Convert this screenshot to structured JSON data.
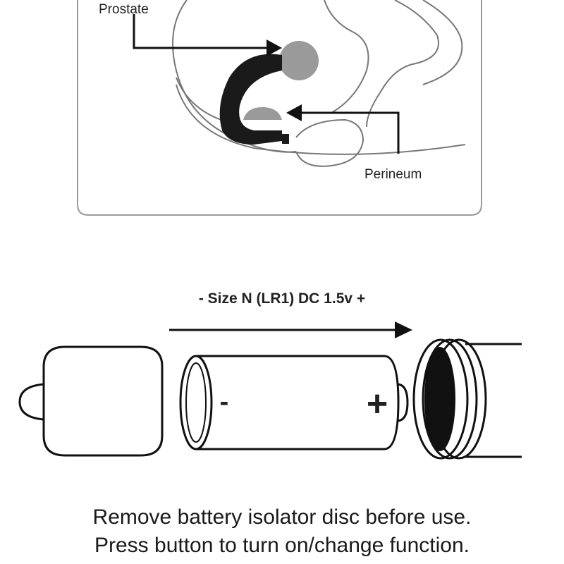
{
  "anatomy_diagram": {
    "label_prostate": "Prostate",
    "label_perineum": "Perineum",
    "colors": {
      "organ": "#9a9a9a",
      "device": "#1a1a1a",
      "outline": "#777777"
    }
  },
  "battery_diagram": {
    "battery_spec": "- Size N (LR1) DC 1.5v +",
    "minus_sign": "-",
    "plus_sign": "+"
  },
  "instructions": {
    "line1": "Remove battery isolator disc before use.",
    "line2": "Press button to turn on/change function."
  }
}
